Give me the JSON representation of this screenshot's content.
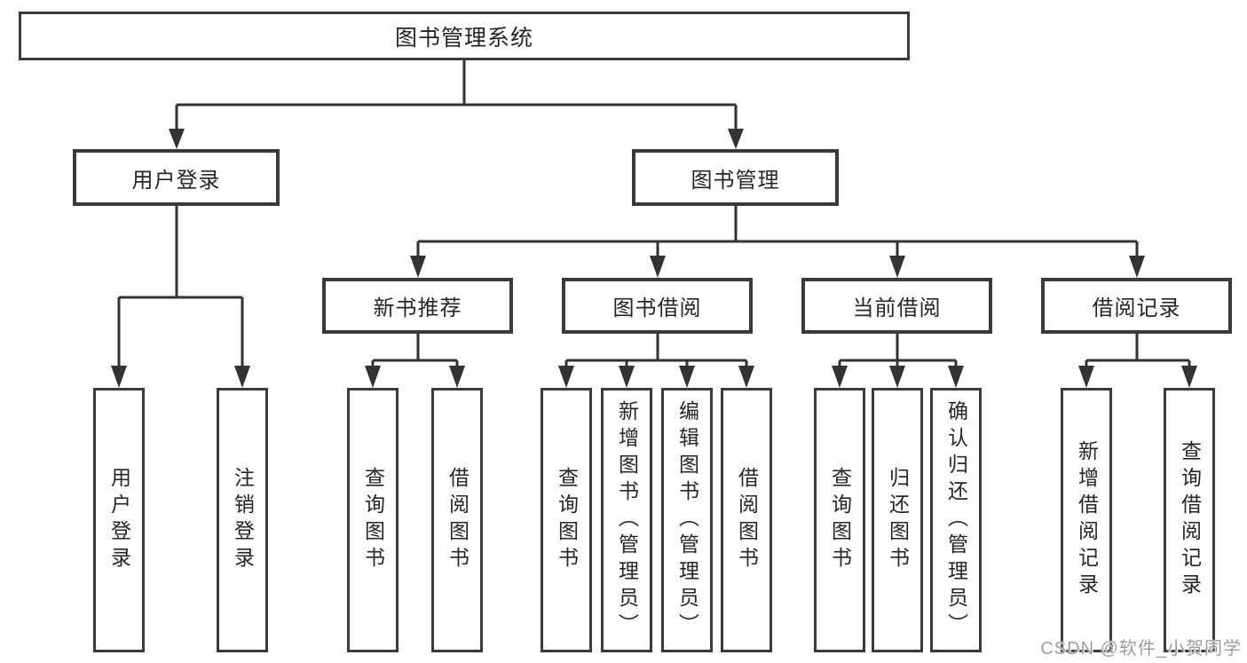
{
  "diagram": {
    "root": {
      "label": "图书管理系统"
    },
    "level2": [
      {
        "label": "用户登录"
      },
      {
        "label": "图书管理"
      }
    ],
    "level3": [
      {
        "label": "新书推荐"
      },
      {
        "label": "图书借阅"
      },
      {
        "label": "当前借阅"
      },
      {
        "label": "借阅记录"
      }
    ],
    "leaves": {
      "user_login": [
        "用户登录",
        "注销登录"
      ],
      "new_book": [
        "查询图书",
        "借阅图书"
      ],
      "book_borrow": [
        "查询图书",
        "新增图书（管理员）",
        "编辑图书（管理员）",
        "借阅图书"
      ],
      "current_borrow": [
        "查询图书",
        "归还图书",
        "确认归还（管理员）"
      ],
      "borrow_record": [
        "新增借阅记录",
        "查询借阅记录"
      ]
    },
    "colors": {
      "line": "#333333",
      "border": "#3a3a3a",
      "text": "#262626"
    }
  },
  "watermark": {
    "text": "CSDN @软件_小贺同学",
    "color": "#9e9e9e"
  }
}
